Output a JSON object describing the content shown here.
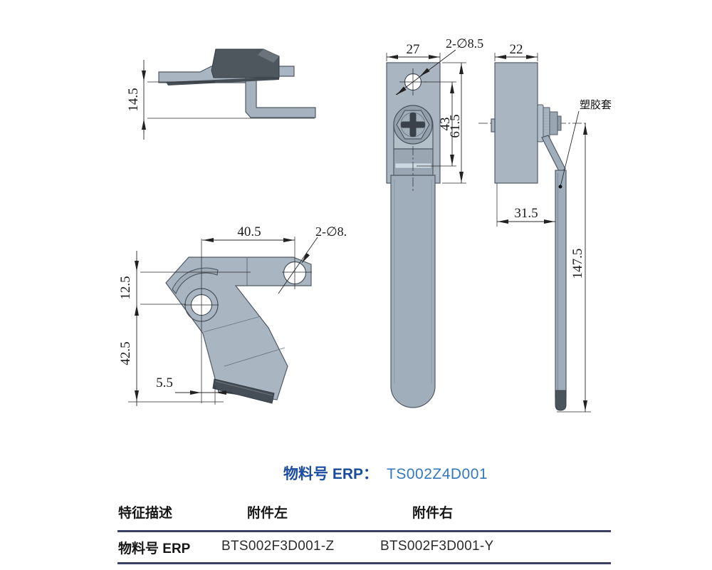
{
  "drawing": {
    "keeper_side_view": {
      "dim_height": "14.5"
    },
    "handle_front_view": {
      "dim_width": "27",
      "dim_holes": "2-∅8.5",
      "dim_hole_to_lip": "43",
      "dim_total": "61.5"
    },
    "handle_side_view": {
      "dim_width": "22",
      "callout_sleeve": "塑胶套",
      "dim_offset": "31.5",
      "dim_length": "147.5"
    },
    "cam_bracket_view": {
      "dim_width": "40.5",
      "dim_holes": "2-∅8.",
      "dim_top": "12.5",
      "dim_height": "42.5",
      "dim_foot": "5.5"
    }
  },
  "title": {
    "label": "物料号 ERP：",
    "value": "TS002Z4D001"
  },
  "table": {
    "headers": [
      "特征描述",
      "附件左",
      "附件右"
    ],
    "row_label": "物料号 ERP",
    "left_value": "BTS002F3D001-Z",
    "right_value": "BTS002F3D001-Y"
  },
  "colors": {
    "part_fill": "#a9b5c0",
    "part_dark": "#4e565e",
    "edge": "#505a64",
    "title_label": "#1b4c9e",
    "title_value": "#3278be",
    "table_rule": "#3c4063"
  }
}
